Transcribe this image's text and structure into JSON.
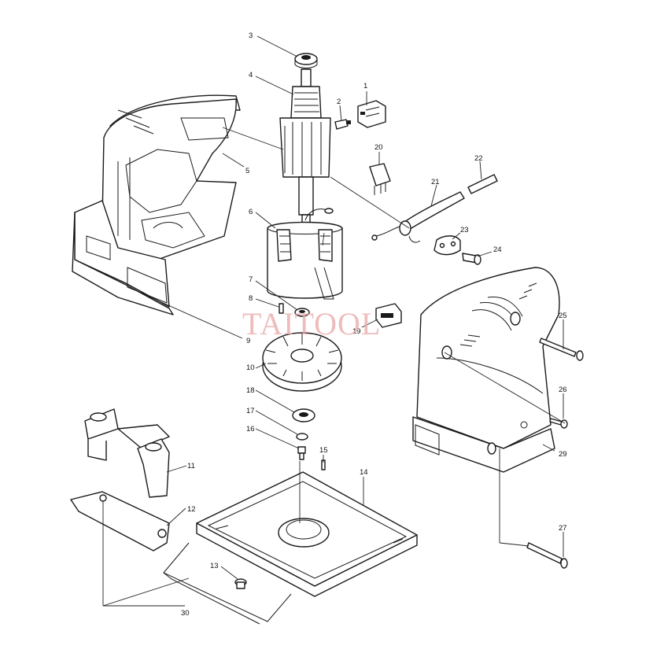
{
  "watermark": "TAITOOL",
  "callouts": [
    "1",
    "2",
    "3",
    "4",
    "5",
    "6",
    "7",
    "8",
    "9",
    "10",
    "11",
    "12",
    "13",
    "14",
    "15",
    "16",
    "17",
    "18",
    "19",
    "20",
    "21",
    "22",
    "23",
    "24",
    "25",
    "26",
    "27",
    "29",
    "30"
  ]
}
